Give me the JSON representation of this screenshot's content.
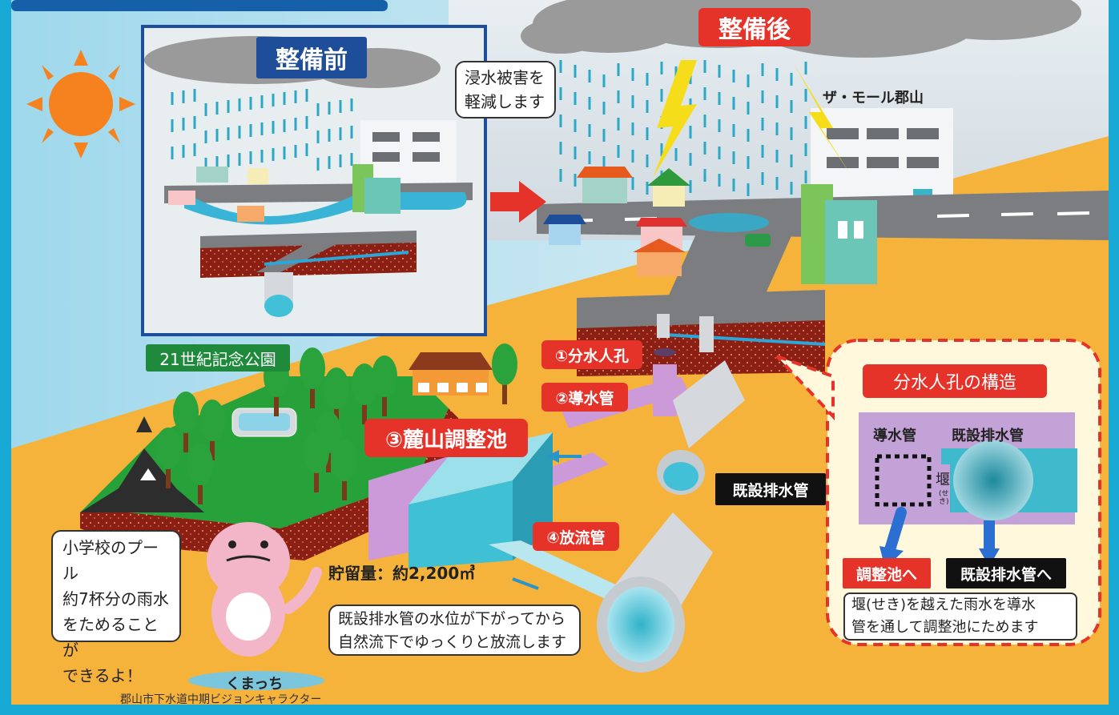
{
  "after_title": "整備後",
  "before_title": "整備前",
  "reduce_bubble": [
    "浸水被害を",
    "軽減します"
  ],
  "mall_label": "ザ・モール郡山",
  "park_label": "21世紀記念公園",
  "labels": {
    "manhole": "①分水人孔",
    "conduit": "②導水管",
    "pond": "③麓山調整池",
    "outflow": "④放流管",
    "existing_pipe": "既設排水管"
  },
  "storage": "貯留量：約2,200㎥",
  "discharge_note": [
    "既設排水管の水位が下がってから",
    "自然流下でゆっくりと放流します"
  ],
  "kumacchi_bubble": [
    "小学校のプール",
    "約7杯分の雨水",
    "をためることが",
    "できるよ！"
  ],
  "character_name": "くまっち",
  "character_caption": "郡山市下水道中期ビジョンキャラクター",
  "structure": {
    "title": "分水人孔の構造",
    "conduit": "導水管",
    "existing": "既設排水管",
    "weir": "堰",
    "weir_reading": "(せき)",
    "to_pond": "調整池へ",
    "to_existing": "既設排水管へ",
    "note": [
      "堰(せき)を越えた雨水を導水",
      "管を通して調整池にためます"
    ]
  }
}
